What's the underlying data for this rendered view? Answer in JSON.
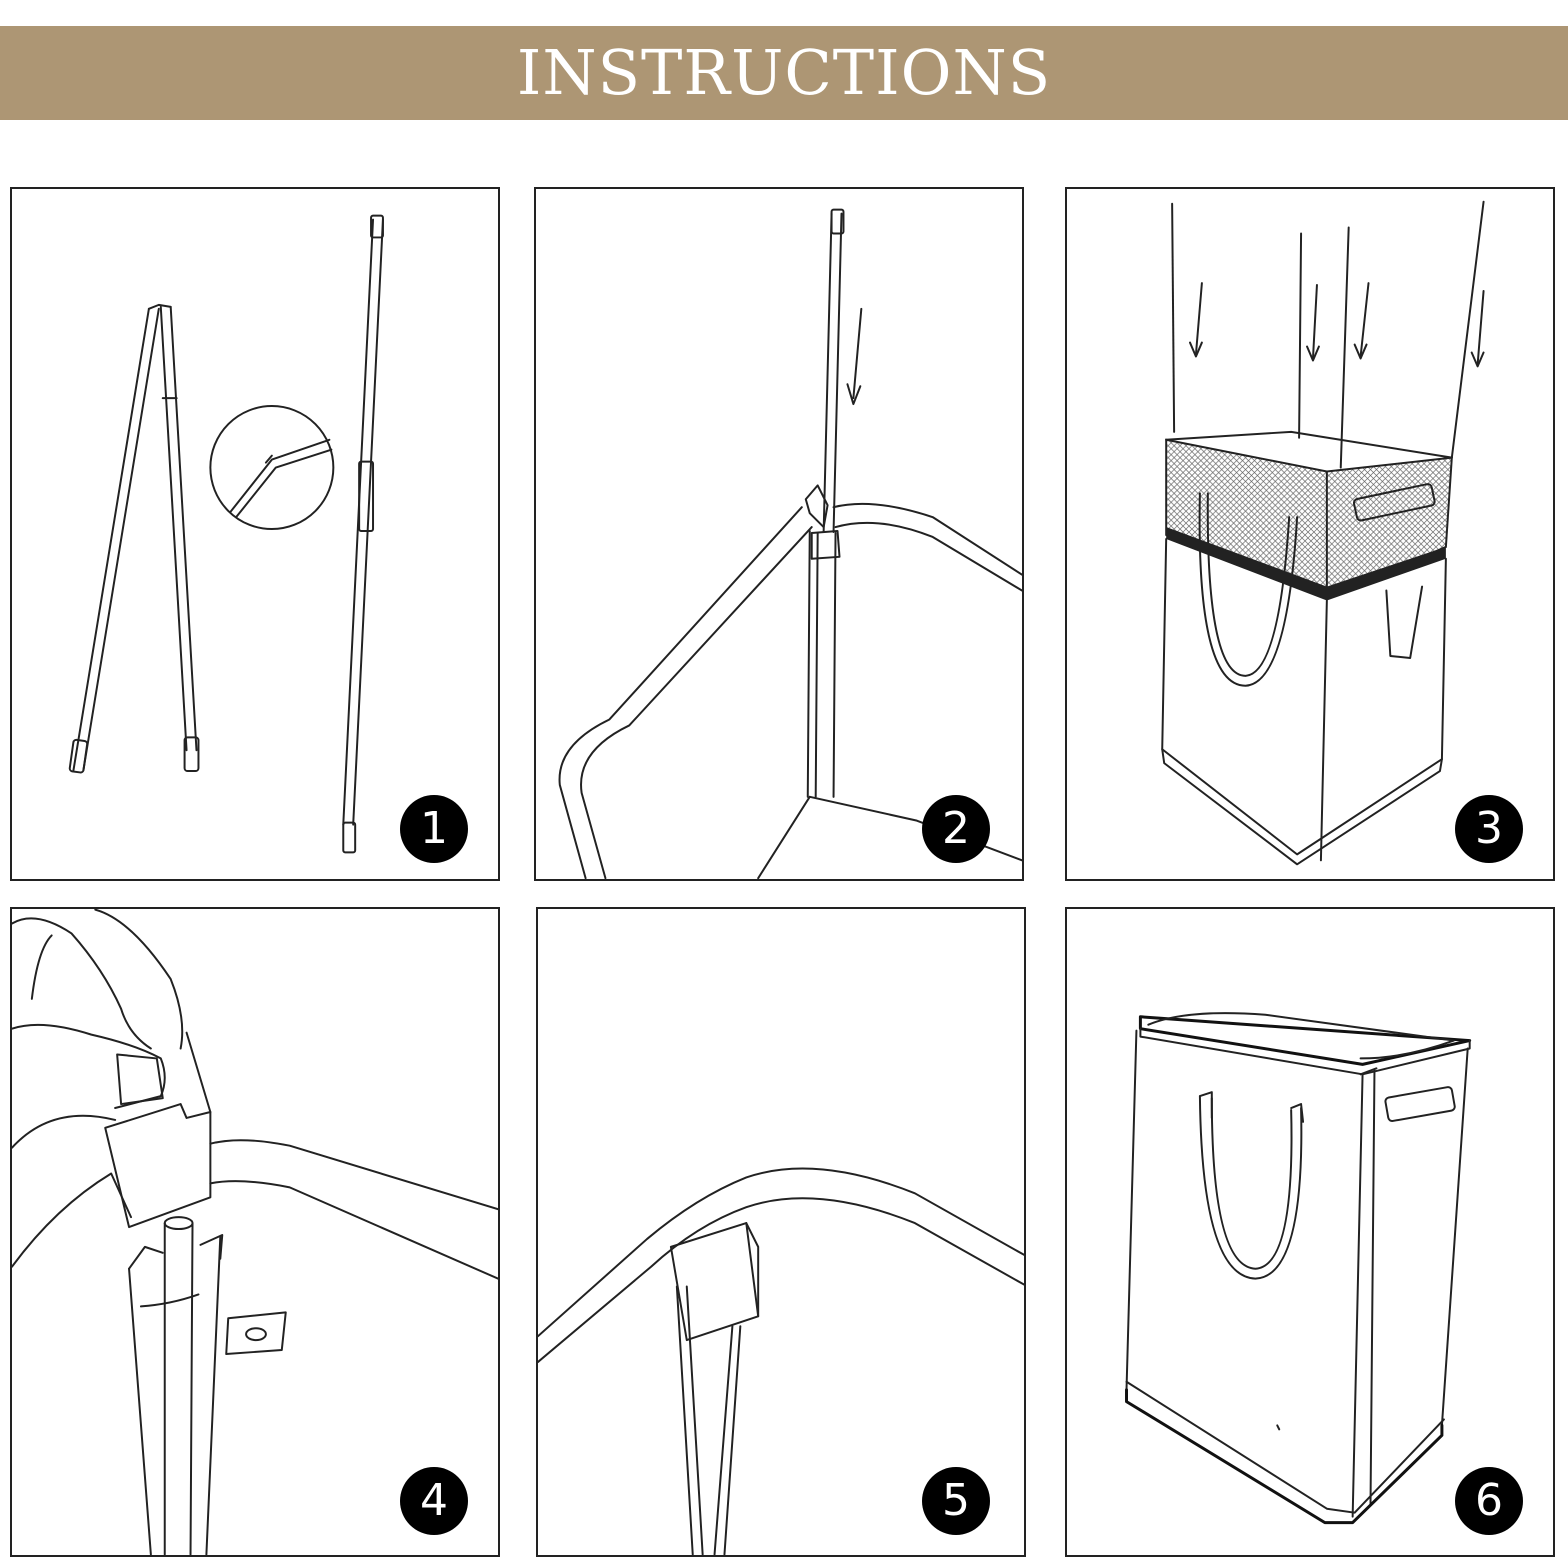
{
  "header": {
    "title": "INSTRUCTIONS",
    "background_color": "#ad9674",
    "text_color": "#ffffff"
  },
  "steps": [
    {
      "number": "1",
      "illustration": "folded-pole-sections-icon"
    },
    {
      "number": "2",
      "illustration": "insert-pole-into-corner-sleeve-icon"
    },
    {
      "number": "3",
      "illustration": "insert-four-poles-into-hamper-icon"
    },
    {
      "number": "4",
      "illustration": "push-pole-cap-into-sleeve-icon"
    },
    {
      "number": "5",
      "illustration": "fold-flap-over-pole-icon"
    },
    {
      "number": "6",
      "illustration": "assembled-hamper-icon"
    }
  ]
}
